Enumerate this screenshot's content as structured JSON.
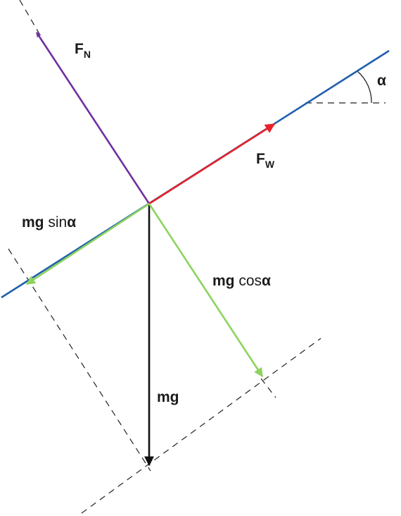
{
  "colors": {
    "incline": "#1f5fad",
    "normal_force": "#7030a0",
    "friction_force": "#e8202a",
    "gravity": "#111111",
    "components": "#8dd35f",
    "guides": "#222222"
  },
  "labels": {
    "normal": {
      "main": "F",
      "sub": "N"
    },
    "friction": {
      "main": "F",
      "sub": "W"
    },
    "angle": "α",
    "gravity": "mg",
    "parallel": {
      "prefix": "mg",
      "func": " sin",
      "sym": "α"
    },
    "perpendicular": {
      "prefix": "mg",
      "func": " cos",
      "sym": "α"
    }
  }
}
